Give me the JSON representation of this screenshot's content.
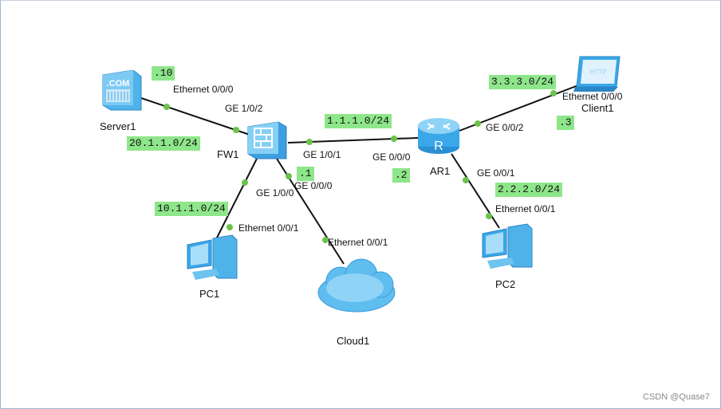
{
  "devices": {
    "server1": "Server1",
    "fw1": "FW1",
    "ar1": "AR1",
    "client1": "Client1",
    "pc1": "PC1",
    "pc2": "PC2",
    "cloud1": "Cloud1"
  },
  "icons": {
    "server1": ".COM",
    "client1": "HTTP",
    "ar1": "R"
  },
  "ports": {
    "server1_eth": "Ethernet 0/0/0",
    "fw1_ge102": "GE 1/0/2",
    "fw1_ge101": "GE 1/0/1",
    "fw1_ge100": "GE 1/0/0",
    "fw1_ge000": "GE 0/0/0",
    "ar1_ge000": "GE 0/0/0",
    "ar1_ge002": "GE 0/0/2",
    "ar1_ge001": "GE 0/0/1",
    "client1_eth": "Ethernet 0/0/0",
    "pc1_eth": "Ethernet 0/0/1",
    "cloud1_eth": "Ethernet 0/0/1",
    "pc2_eth": "Ethernet 0/0/1"
  },
  "tags": {
    "server_ip": ".10",
    "net_20": "20.1.1.0/24",
    "net_1": "1.1.1.0/24",
    "fw_ip": ".1",
    "ar_ip": ".2",
    "net_10": "10.1.1.0/24",
    "net_3": "3.3.3.0/24",
    "client_ip": ".3",
    "net_2": "2.2.2.0/24"
  },
  "watermark": "CSDN @Quase7",
  "colors": {
    "link": "#111111",
    "port_dot": "#6cc24a",
    "tag_bg": "#8ee68a",
    "device_blue": "#3aa7e8"
  }
}
